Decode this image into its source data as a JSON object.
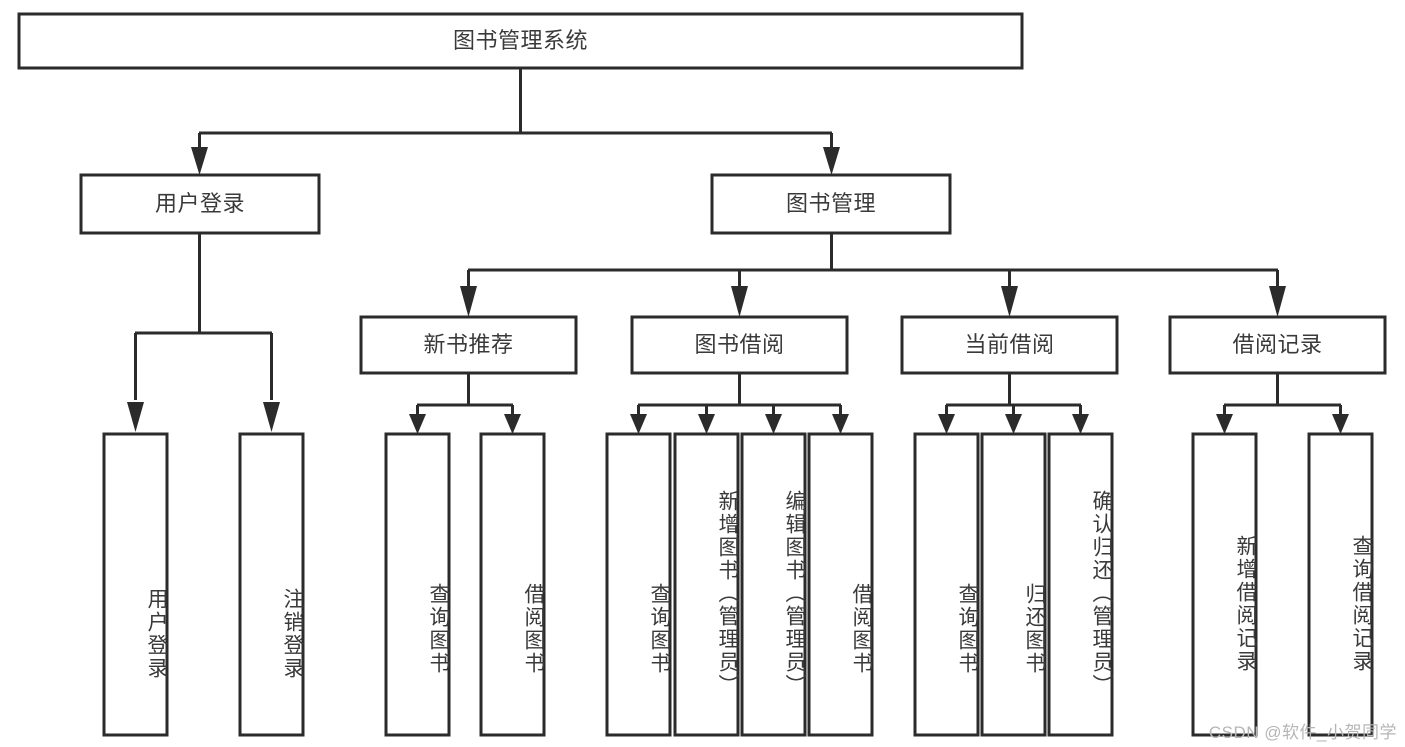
{
  "diagram": {
    "title": "图书管理系统",
    "type": "hierarchy-tree",
    "watermark": "CSDN @软件_小贺同学",
    "colors": {
      "stroke": "#2b2b2b",
      "box_fill": "#ffffff",
      "text": "#3a3a3a",
      "background": "#ffffff",
      "watermark": "#b6b6b6"
    },
    "levels": {
      "level1": [
        {
          "id": "root",
          "label": "图书管理系统",
          "orientation": "horizontal"
        }
      ],
      "level2": [
        {
          "id": "user-login",
          "label": "用户登录",
          "orientation": "horizontal"
        },
        {
          "id": "book-manage",
          "label": "图书管理",
          "orientation": "horizontal"
        }
      ],
      "level3": [
        {
          "id": "new-book-rec",
          "label": "新书推荐",
          "parent": "book-manage",
          "orientation": "horizontal"
        },
        {
          "id": "book-borrow",
          "label": "图书借阅",
          "parent": "book-manage",
          "orientation": "horizontal"
        },
        {
          "id": "current-borrow",
          "label": "当前借阅",
          "parent": "book-manage",
          "orientation": "horizontal"
        },
        {
          "id": "borrow-record",
          "label": "借阅记录",
          "parent": "book-manage",
          "orientation": "horizontal"
        }
      ],
      "level4": [
        {
          "id": "leaf-user-login",
          "label": "用户登录",
          "parent": "user-login",
          "orientation": "vertical"
        },
        {
          "id": "leaf-logout",
          "label": "注销登录",
          "parent": "user-login",
          "orientation": "vertical"
        },
        {
          "id": "leaf-query-book-1",
          "label": "查询图书",
          "parent": "new-book-rec",
          "orientation": "vertical"
        },
        {
          "id": "leaf-borrow-book-1",
          "label": "借阅图书",
          "parent": "new-book-rec",
          "orientation": "vertical"
        },
        {
          "id": "leaf-query-book-2",
          "label": "查询图书",
          "parent": "book-borrow",
          "orientation": "vertical"
        },
        {
          "id": "leaf-add-book",
          "label": "新增图书（管理员）",
          "parent": "book-borrow",
          "orientation": "vertical"
        },
        {
          "id": "leaf-edit-book",
          "label": "编辑图书（管理员）",
          "parent": "book-borrow",
          "orientation": "vertical"
        },
        {
          "id": "leaf-borrow-book-2",
          "label": "借阅图书",
          "parent": "book-borrow",
          "orientation": "vertical"
        },
        {
          "id": "leaf-query-book-3",
          "label": "查询图书",
          "parent": "current-borrow",
          "orientation": "vertical"
        },
        {
          "id": "leaf-return-book",
          "label": "归还图书",
          "parent": "current-borrow",
          "orientation": "vertical"
        },
        {
          "id": "leaf-confirm-return",
          "label": "确认归还（管理员）",
          "parent": "current-borrow",
          "orientation": "vertical"
        },
        {
          "id": "leaf-add-record",
          "label": "新增借阅记录",
          "parent": "borrow-record",
          "orientation": "vertical"
        },
        {
          "id": "leaf-query-record",
          "label": "查询借阅记录",
          "parent": "borrow-record",
          "orientation": "vertical"
        }
      ]
    }
  }
}
